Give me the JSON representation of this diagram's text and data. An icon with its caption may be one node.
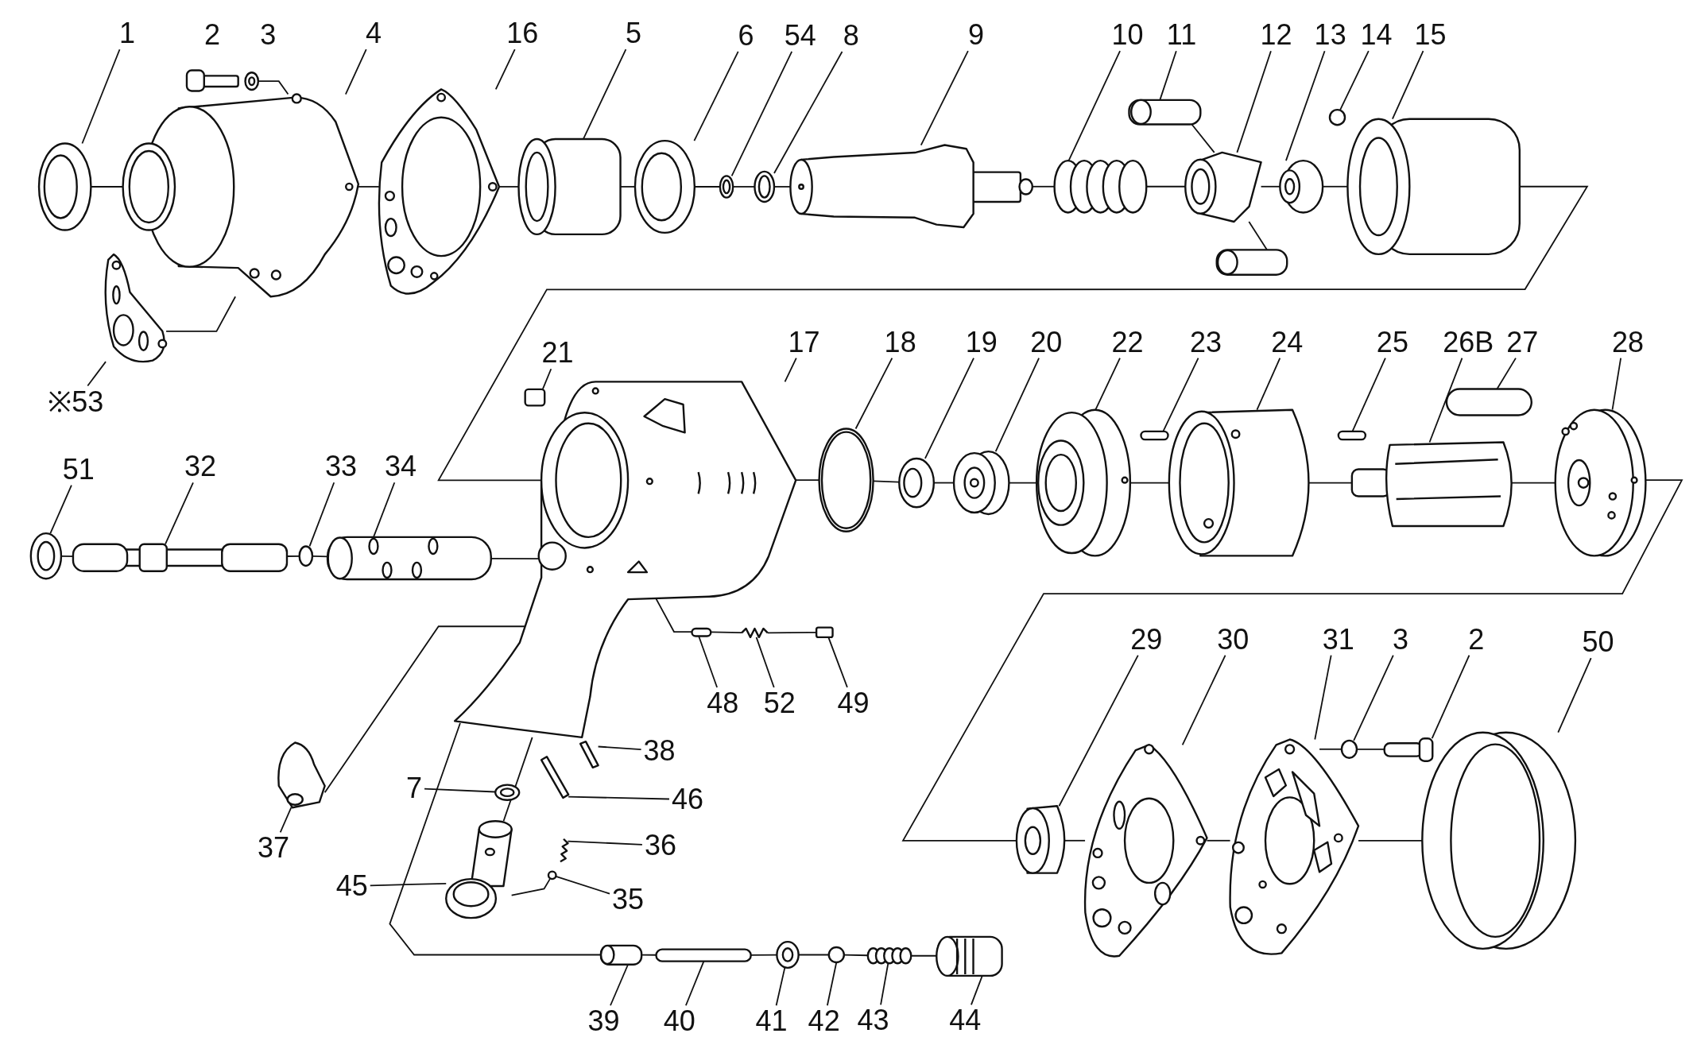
{
  "diagram": {
    "nodes": [
      {
        "text": [
          "1"
        ]
      },
      {
        "text": [
          "4"
        ]
      },
      {
        "text": [
          "16"
        ]
      },
      {
        "text": [
          "5"
        ]
      },
      {
        "text": [
          "6"
        ]
      },
      {
        "text": [
          "54"
        ]
      },
      {
        "text": [
          "8"
        ]
      },
      {
        "text": [
          "9"
        ]
      },
      {
        "text": [
          "10"
        ]
      },
      {
        "text": [
          "11"
        ]
      },
      {
        "text": [
          "12"
        ]
      },
      {
        "text": [
          "13"
        ]
      },
      {
        "text": [
          "14"
        ]
      },
      {
        "text": [
          "15"
        ]
      },
      {
        "text": [
          "21"
        ]
      },
      {
        "text": [
          "17"
        ]
      },
      {
        "text": [
          "18"
        ]
      },
      {
        "text": [
          "19"
        ]
      },
      {
        "text": [
          "20"
        ]
      },
      {
        "text": [
          "22"
        ]
      },
      {
        "text": [
          "23"
        ]
      },
      {
        "text": [
          "24"
        ]
      },
      {
        "text": [
          "25"
        ]
      },
      {
        "text": [
          "26B"
        ]
      },
      {
        "text": [
          "27"
        ]
      },
      {
        "text": [
          "28"
        ]
      },
      {
        "text": [
          "※53"
        ]
      },
      {
        "text": [
          "51"
        ]
      },
      {
        "text": [
          "32"
        ]
      },
      {
        "text": [
          "33"
        ]
      },
      {
        "text": [
          "34"
        ]
      },
      {
        "text": [
          "29"
        ]
      },
      {
        "text": [
          "30"
        ]
      },
      {
        "text": [
          "31"
        ]
      },
      {
        "text": [
          "3"
        ]
      },
      {
        "text": [
          "2"
        ]
      },
      {
        "text": [
          "50"
        ]
      },
      {
        "text": [
          "48"
        ]
      },
      {
        "text": [
          "52"
        ]
      },
      {
        "text": [
          "49"
        ]
      },
      {
        "text": [
          "38"
        ]
      },
      {
        "text": [
          "7"
        ]
      },
      {
        "text": [
          "46"
        ]
      },
      {
        "text": [
          "36"
        ]
      },
      {
        "text": [
          "37"
        ]
      },
      {
        "text": [
          "45"
        ]
      },
      {
        "text": [
          "35"
        ]
      },
      {
        "text": [
          "39"
        ]
      },
      {
        "text": [
          "40"
        ]
      },
      {
        "text": [
          "41"
        ]
      },
      {
        "text": [
          "42"
        ]
      },
      {
        "text": [
          "43"
        ]
      },
      {
        "text": [
          "44"
        ]
      },
      {
        "text": [],
        "shape": "picture"
      },
      {
        "text": [],
        "shape": "picture"
      },
      {
        "text": [],
        "shape": "picture"
      },
      {
        "text": [],
        "shape": "picture"
      },
      {
        "text": [],
        "shape": "picture"
      },
      {
        "text": [],
        "shape": "picture"
      },
      {
        "text": [],
        "shape": "cylinder"
      },
      {
        "text": [],
        "shape": "picture"
      },
      {
        "text": [],
        "shape": "picture"
      },
      {
        "text": [],
        "shape": "picture"
      },
      {
        "text": [],
        "shape": "picture"
      },
      {
        "text": [],
        "shape": "picture"
      },
      {
        "text": [],
        "shape": "picture"
      },
      {
        "text": [],
        "shape": "picture"
      },
      {
        "text": [],
        "shape": "picture"
      },
      {
        "text": [],
        "shape": "picture"
      },
      {
        "text": [],
        "shape": "circle"
      },
      {
        "text": [],
        "shape": "cylinder"
      },
      {
        "text": [],
        "shape": "box"
      },
      {
        "text": [],
        "shape": "picture"
      },
      {
        "text": [],
        "shape": "picture"
      },
      {
        "text": [],
        "shape": "picture"
      },
      {
        "text": [],
        "shape": "picture"
      },
      {
        "text": [],
        "shape": "picture"
      },
      {
        "text": [],
        "shape": "bar"
      },
      {
        "text": [],
        "shape": "picture"
      },
      {
        "text": [],
        "shape": "bar"
      },
      {
        "text": [],
        "shape": "picture"
      },
      {
        "text": [],
        "shape": "bar"
      },
      {
        "text": [],
        "shape": "picture"
      },
      {
        "text": [],
        "shape": "picture"
      },
      {
        "text": [],
        "shape": "picture"
      },
      {
        "text": [],
        "shape": "circle"
      },
      {
        "text": [],
        "shape": "picture"
      },
      {
        "text": [],
        "shape": "bar"
      },
      {
        "text": [],
        "shape": "picture"
      },
      {
        "text": [],
        "shape": "box"
      },
      {
        "text": [],
        "shape": "picture"
      },
      {
        "text": [],
        "shape": "picture"
      },
      {
        "text": [],
        "shape": "picture"
      },
      {
        "text": [],
        "shape": "picture"
      },
      {
        "text": [],
        "shape": "picture"
      },
      {
        "text": [],
        "shape": "circle"
      },
      {
        "text": [],
        "shape": "picture"
      },
      {
        "text": [],
        "shape": "picture"
      },
      {
        "text": [],
        "shape": "bar"
      },
      {
        "text": [],
        "shape": "picture"
      },
      {
        "text": [],
        "shape": "circle"
      },
      {
        "text": [],
        "shape": "picture"
      },
      {
        "text": [],
        "shape": "picture"
      },
      {
        "text": [],
        "shape": "picture"
      },
      {
        "text": [],
        "shape": "picture"
      },
      {
        "text": [],
        "shape": "picture"
      },
      {
        "text": [],
        "shape": "circle"
      },
      {
        "text": [],
        "shape": "picture"
      },
      {
        "text": [],
        "shape": "picture"
      }
    ],
    "edges": [
      {
        "from": 0,
        "to": 53,
        "arrow": "none"
      },
      {
        "from": 1,
        "to": 56,
        "arrow": "none"
      },
      {
        "from": 2,
        "to": 57,
        "arrow": "none"
      },
      {
        "from": 3,
        "to": 59,
        "arrow": "none"
      },
      {
        "from": 4,
        "to": 60,
        "arrow": "none"
      },
      {
        "from": 5,
        "to": 61,
        "arrow": "none"
      },
      {
        "from": 6,
        "to": 62,
        "arrow": "none"
      },
      {
        "from": 7,
        "to": 63,
        "arrow": "none"
      },
      {
        "from": 8,
        "to": 64,
        "arrow": "none"
      },
      {
        "from": 9,
        "to": 65,
        "arrow": "none"
      },
      {
        "from": 10,
        "to": 67,
        "arrow": "none"
      },
      {
        "from": 11,
        "to": 68,
        "arrow": "none"
      },
      {
        "from": 12,
        "to": 69,
        "arrow": "none"
      },
      {
        "from": 13,
        "to": 70,
        "arrow": "none"
      },
      {
        "from": 14,
        "to": 71,
        "arrow": "none"
      },
      {
        "from": 15,
        "to": 72,
        "arrow": "none"
      },
      {
        "from": 16,
        "to": 73,
        "arrow": "none"
      },
      {
        "from": 17,
        "to": 74,
        "arrow": "none"
      },
      {
        "from": 18,
        "to": 75,
        "arrow": "none"
      },
      {
        "from": 19,
        "to": 76,
        "arrow": "none"
      },
      {
        "from": 20,
        "to": 77,
        "arrow": "none"
      },
      {
        "from": 21,
        "to": 78,
        "arrow": "none"
      },
      {
        "from": 22,
        "to": 79,
        "arrow": "none"
      },
      {
        "from": 23,
        "to": 80,
        "arrow": "none"
      },
      {
        "from": 24,
        "to": 81,
        "arrow": "none"
      },
      {
        "from": 25,
        "to": 82,
        "arrow": "none"
      },
      {
        "from": 26,
        "to": 58,
        "arrow": "none"
      },
      {
        "from": 27,
        "to": 83,
        "arrow": "none"
      },
      {
        "from": 28,
        "to": 84,
        "arrow": "none"
      },
      {
        "from": 29,
        "to": 85,
        "arrow": "none"
      },
      {
        "from": 30,
        "to": 86,
        "arrow": "none"
      },
      {
        "from": 31,
        "to": 103,
        "arrow": "none"
      },
      {
        "from": 32,
        "to": 104,
        "arrow": "none"
      },
      {
        "from": 33,
        "to": 105,
        "arrow": "none"
      },
      {
        "from": 34,
        "to": 106,
        "arrow": "none"
      },
      {
        "from": 35,
        "to": 107,
        "arrow": "none"
      },
      {
        "from": 36,
        "to": 108,
        "arrow": "none"
      },
      {
        "from": 37,
        "to": 87,
        "arrow": "none"
      },
      {
        "from": 38,
        "to": 88,
        "arrow": "none"
      },
      {
        "from": 39,
        "to": 89,
        "arrow": "none"
      },
      {
        "from": 40,
        "to": 90,
        "arrow": "none"
      },
      {
        "from": 41,
        "to": 92,
        "arrow": "none"
      },
      {
        "from": 42,
        "to": 91,
        "arrow": "none"
      },
      {
        "from": 43,
        "to": 94,
        "arrow": "none"
      },
      {
        "from": 44,
        "to": 93,
        "arrow": "none"
      },
      {
        "from": 45,
        "to": 96,
        "arrow": "none"
      },
      {
        "from": 46,
        "to": 95,
        "arrow": "none"
      },
      {
        "from": 47,
        "to": 97,
        "arrow": "none"
      },
      {
        "from": 48,
        "to": 98,
        "arrow": "none"
      },
      {
        "from": 49,
        "to": 99,
        "arrow": "none"
      },
      {
        "from": 50,
        "to": 100,
        "arrow": "none"
      },
      {
        "from": 51,
        "to": 101,
        "arrow": "none"
      },
      {
        "from": 52,
        "to": 102,
        "arrow": "none"
      },
      {
        "from": 53,
        "to": 56,
        "arrow": "none"
      },
      {
        "from": 56,
        "to": 57,
        "arrow": "none"
      },
      {
        "from": 57,
        "to": 59,
        "arrow": "none"
      },
      {
        "from": 59,
        "to": 60,
        "arrow": "none"
      },
      {
        "from": 60,
        "to": 61,
        "arrow": "none"
      },
      {
        "from": 61,
        "to": 62,
        "arrow": "none"
      },
      {
        "from": 62,
        "to": 63,
        "arrow": "none"
      },
      {
        "from": 63,
        "to": 64,
        "arrow": "none"
      },
      {
        "from": 64,
        "to": 67,
        "arrow": "none"
      },
      {
        "from": 67,
        "to": 68,
        "arrow": "none"
      },
      {
        "from": 68,
        "to": 70,
        "arrow": "none"
      },
      {
        "from": 70,
        "to": 72,
        "arrow": "none"
      },
      {
        "from": 72,
        "to": 73,
        "arrow": "none"
      },
      {
        "from": 73,
        "to": 74,
        "arrow": "none"
      },
      {
        "from": 74,
        "to": 75,
        "arrow": "none"
      },
      {
        "from": 75,
        "to": 76,
        "arrow": "none"
      },
      {
        "from": 76,
        "to": 78,
        "arrow": "none"
      },
      {
        "from": 78,
        "to": 80,
        "arrow": "none"
      },
      {
        "from": 80,
        "to": 82,
        "arrow": "none"
      },
      {
        "from": 82,
        "to": 103,
        "arrow": "none"
      },
      {
        "from": 103,
        "to": 104,
        "arrow": "none"
      },
      {
        "from": 104,
        "to": 105,
        "arrow": "none"
      },
      {
        "from": 105,
        "to": 108,
        "arrow": "none"
      },
      {
        "from": 83,
        "to": 84,
        "arrow": "none"
      },
      {
        "from": 84,
        "to": 85,
        "arrow": "none"
      },
      {
        "from": 85,
        "to": 86,
        "arrow": "none"
      },
      {
        "from": 86,
        "to": 72,
        "arrow": "none"
      },
      {
        "from": 72,
        "to": 87,
        "arrow": "none"
      },
      {
        "from": 87,
        "to": 88,
        "arrow": "none"
      },
      {
        "from": 88,
        "to": 89,
        "arrow": "none"
      },
      {
        "from": 93,
        "to": 72,
        "arrow": "none"
      },
      {
        "from": 72,
        "to": 97,
        "arrow": "none"
      },
      {
        "from": 97,
        "to": 98,
        "arrow": "none"
      },
      {
        "from": 98,
        "to": 99,
        "arrow": "none"
      },
      {
        "from": 99,
        "to": 100,
        "arrow": "none"
      },
      {
        "from": 100,
        "to": 101,
        "arrow": "none"
      },
      {
        "from": 101,
        "to": 102,
        "arrow": "none"
      },
      {
        "from": 72,
        "to": 96,
        "arrow": "none"
      },
      {
        "from": 95,
        "to": 96,
        "arrow": "none"
      },
      {
        "from": 65,
        "to": 67,
        "arrow": "none"
      },
      {
        "from": 67,
        "to": 66,
        "arrow": "none"
      },
      {
        "from": 55,
        "to": 56,
        "arrow": "none"
      },
      {
        "from": 58,
        "to": 56,
        "arrow": "none"
      },
      {
        "from": 105,
        "to": 106,
        "arrow": "none"
      },
      {
        "from": 106,
        "to": 107,
        "arrow": "none"
      }
    ],
    "labels": [
      "2",
      "3"
    ]
  }
}
